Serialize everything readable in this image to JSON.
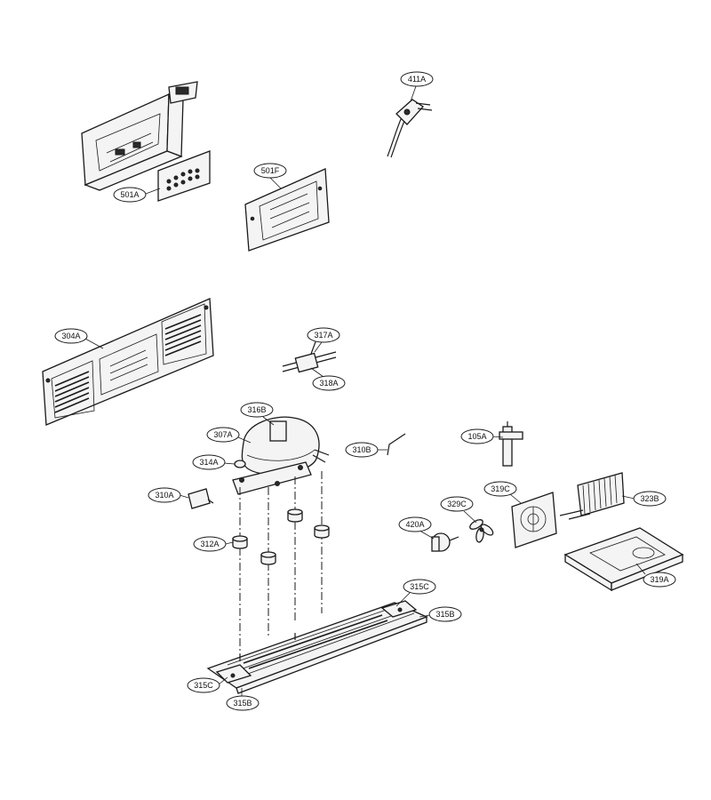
{
  "labels": {
    "l501A": "501A",
    "l411A": "411A",
    "l501F": "501F",
    "l304A": "304A",
    "l317A": "317A",
    "l318A": "318A",
    "l316B": "316B",
    "l307A": "307A",
    "l314A": "314A",
    "l310A": "310A",
    "l312A": "312A",
    "l310B": "310B",
    "l105A": "105A",
    "l319C": "319C",
    "l323B": "323B",
    "l329C": "329C",
    "l420A": "420A",
    "l319A": "319A",
    "l315C_top": "315C",
    "l315B_right": "315B",
    "l315C_bottom": "315C",
    "l315B_bottom": "315B"
  }
}
